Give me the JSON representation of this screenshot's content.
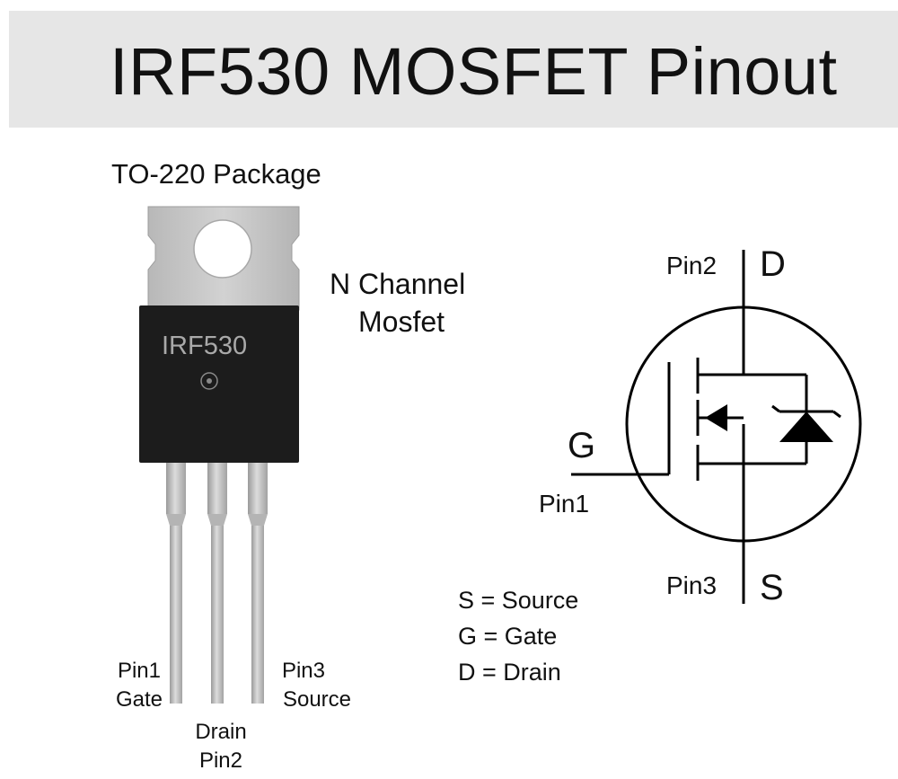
{
  "title": "IRF530 MOSFET Pinout",
  "package_label": "TO-220 Package",
  "channel_label": {
    "line1": "N Channel",
    "line2": "Mosfet"
  },
  "chip_marking": "IRF530",
  "pins": {
    "pin1": {
      "name": "Pin1",
      "function": "Gate"
    },
    "pin2": {
      "name": "Pin2",
      "function": "Drain"
    },
    "pin3": {
      "name": "Pin3",
      "function": "Source"
    }
  },
  "symbol": {
    "pin2": "Pin2",
    "drain_letter": "D",
    "pin1": "Pin1",
    "gate_letter": "G",
    "pin3": "Pin3",
    "source_letter": "S"
  },
  "legend": [
    "S = Source",
    "G = Gate",
    "D = Drain"
  ],
  "colors": {
    "banner": "#e6e6e6",
    "tab": "#c6c6c6",
    "body": "#1c1c1c",
    "leads": "#bdbdbd"
  }
}
